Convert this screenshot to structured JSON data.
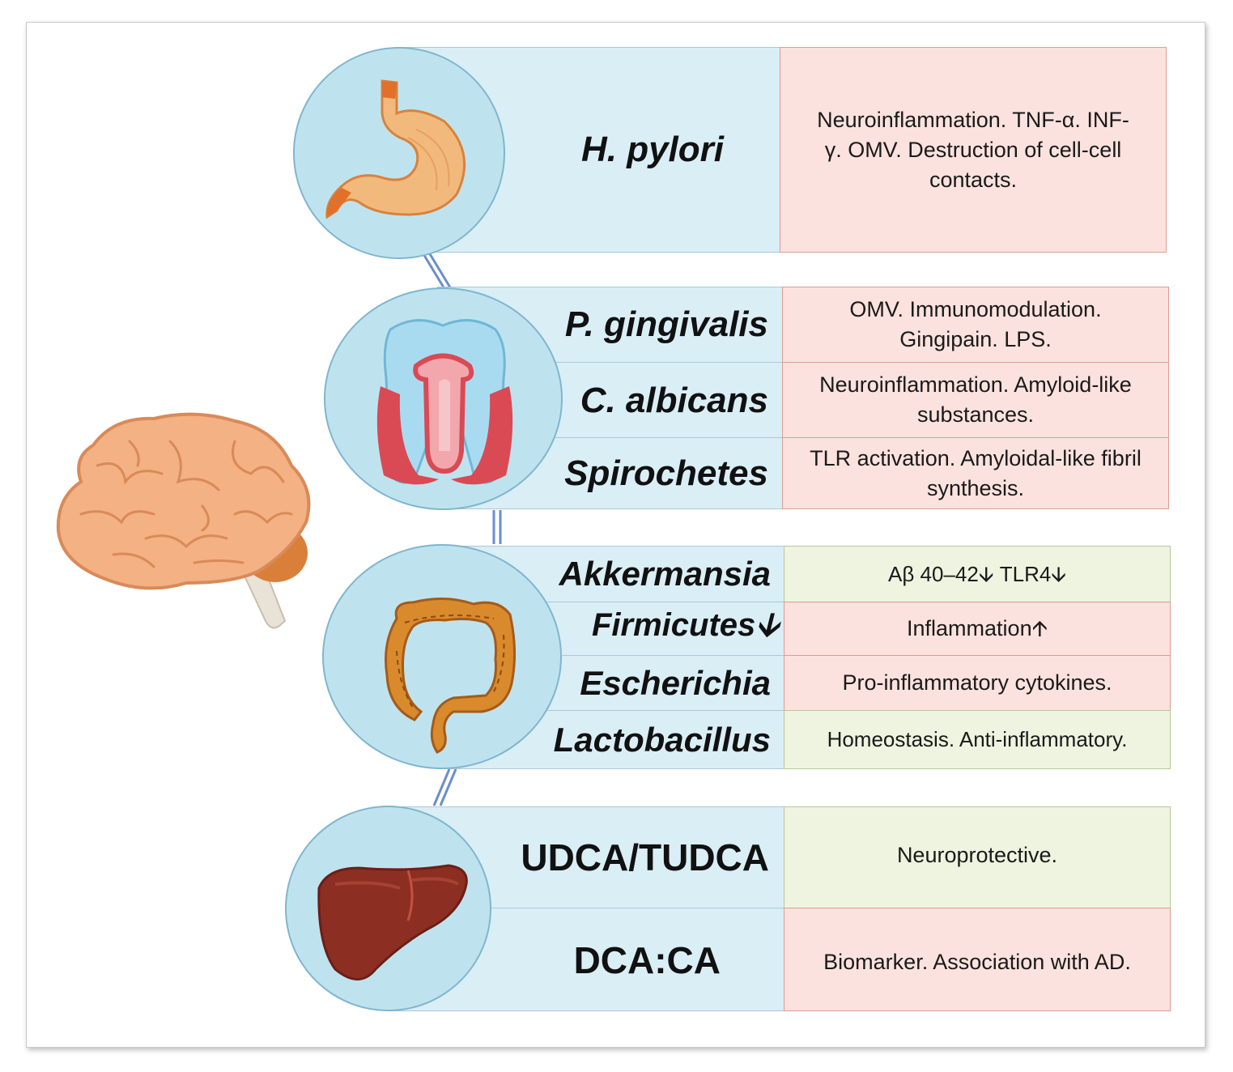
{
  "panels": [
    {
      "organ": "stomach-icon",
      "rows": [
        {
          "name": "H. pylori",
          "desc": "Neuroinflammation. TNF-α. INF-γ. OMV. Destruction of cell-cell contacts.",
          "tone": "red",
          "italic": true
        }
      ]
    },
    {
      "organ": "tooth-icon",
      "rows": [
        {
          "name": "P. gingivalis",
          "desc": "OMV. Immunomodulation. Gingipain. LPS.",
          "tone": "red",
          "italic": true
        },
        {
          "name": "C. albicans",
          "desc": "Neuroinflammation. Amyloid-like substances.",
          "tone": "red",
          "italic": true
        },
        {
          "name": "Spirochetes",
          "desc": "TLR activation. Amyloidal-like fibril synthesis.",
          "tone": "red",
          "italic": true
        }
      ]
    },
    {
      "organ": "intestine-icon",
      "rows": [
        {
          "name": "Akkermansia",
          "desc": "Aβ 40–42🡫  TLR4🡫",
          "tone": "green",
          "italic": true
        },
        {
          "name": "Firmicutes🡫",
          "desc": "Inflammation🡩",
          "tone": "red",
          "italic": true
        },
        {
          "name": "Escherichia",
          "desc": "Pro-inflammatory cytokines.",
          "tone": "red",
          "italic": true
        },
        {
          "name": "Lactobacillus",
          "desc": "Homeostasis. Anti-inflammatory.",
          "tone": "green",
          "italic": true
        }
      ]
    },
    {
      "organ": "liver-icon",
      "rows": [
        {
          "name": "UDCA/TUDCA",
          "desc": "Neuroprotective.",
          "tone": "green",
          "italic": false
        },
        {
          "name": "DCA:CA",
          "desc": "Biomarker. Association with AD.",
          "tone": "red",
          "italic": false
        }
      ]
    }
  ],
  "colors": {
    "band": "#daeef6",
    "circle": "#bfe3ee",
    "red_cell": "#fbe2de",
    "green_cell": "#eef4e0"
  }
}
